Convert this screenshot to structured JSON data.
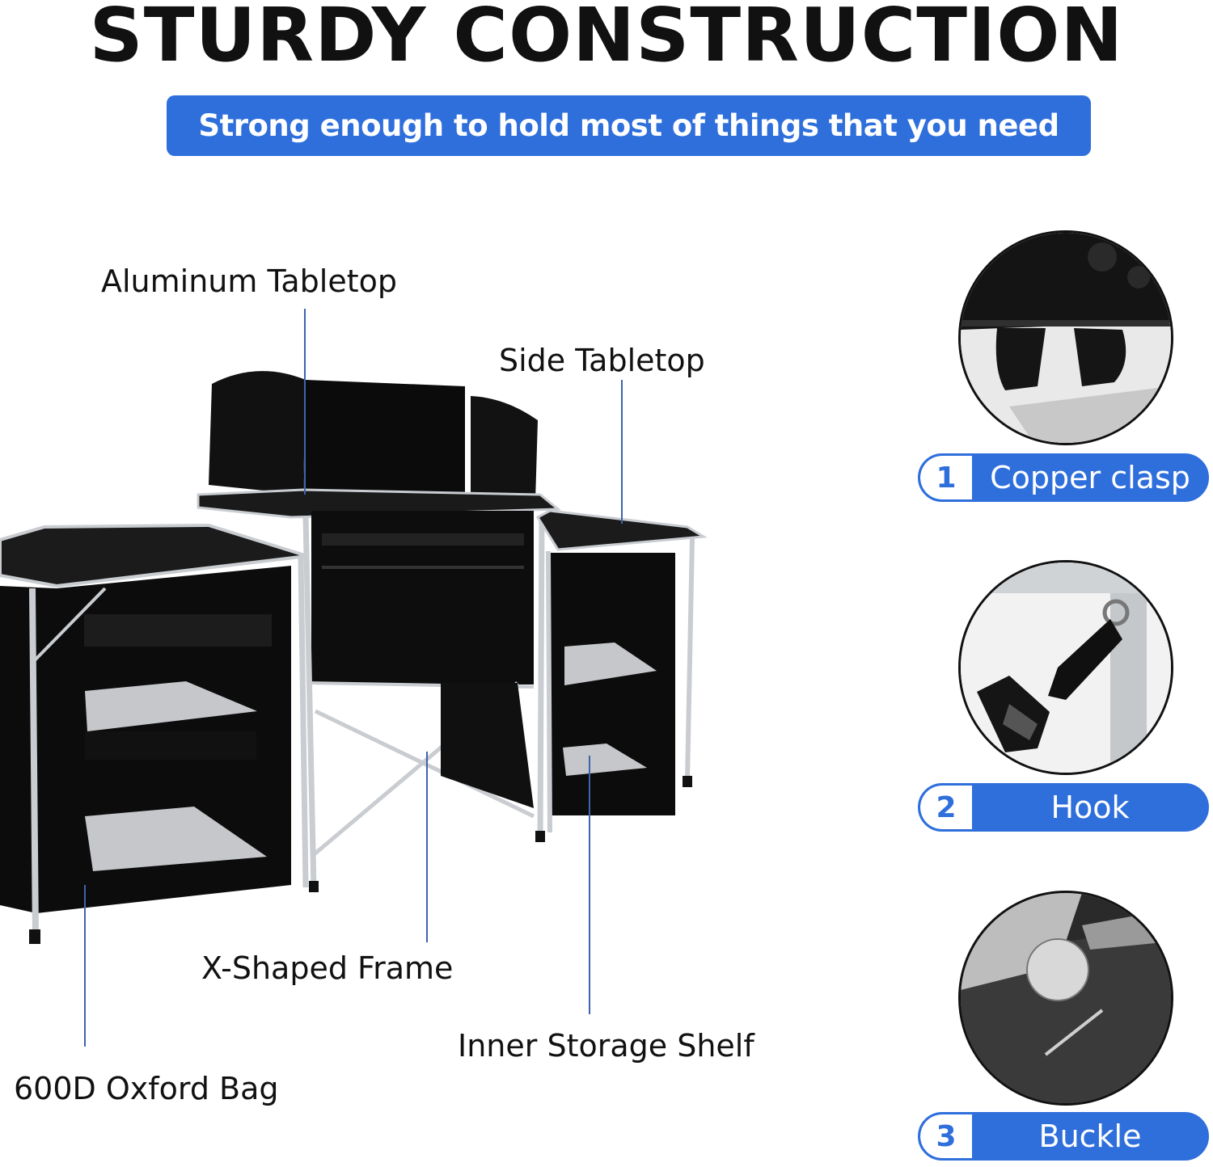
{
  "header": {
    "title": "STURDY CONSTRUCTION",
    "subtitle": "Strong enough to hold most of things that you need"
  },
  "colors": {
    "accent": "#2f6fdc",
    "leader_line": "#3d64b0",
    "text": "#111111",
    "fabric": "#0d0d0d",
    "frame": "#c9ccd0"
  },
  "labels": {
    "aluminum_tabletop": "Aluminum Tabletop",
    "side_tabletop": "Side Tabletop",
    "x_shaped_frame": "X-Shaped Frame",
    "inner_storage_shelf": "Inner Storage Shelf",
    "oxford_bag": "600D Oxford Bag"
  },
  "details": [
    {
      "number": "1",
      "label": "Copper clasp",
      "icon": "clasp-icon"
    },
    {
      "number": "2",
      "label": "Hook",
      "icon": "hook-icon"
    },
    {
      "number": "3",
      "label": "Buckle",
      "icon": "buckle-icon"
    }
  ]
}
